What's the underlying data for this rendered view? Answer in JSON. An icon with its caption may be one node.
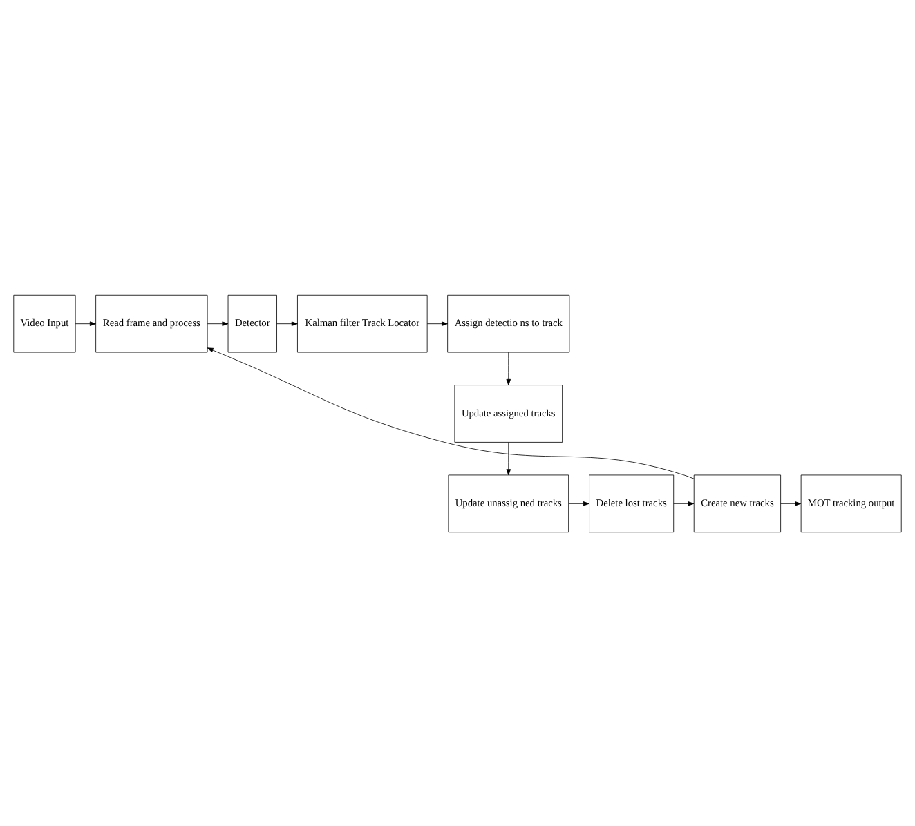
{
  "diagram": {
    "nodes": [
      {
        "text": [
          "Video Input"
        ]
      },
      {
        "text": [
          "Read frame and process"
        ]
      },
      {
        "text": [
          "Detector"
        ]
      },
      {
        "text": [
          "Kalman filter Track Locator"
        ]
      },
      {
        "text": [
          "Assign detectio ns to track"
        ]
      },
      {
        "text": [
          "Update assigned tracks"
        ]
      },
      {
        "text": [
          "Update unassig ned tracks"
        ]
      },
      {
        "text": [
          "Delete lost tracks"
        ]
      },
      {
        "text": [
          "Create new tracks"
        ]
      },
      {
        "text": [
          "MOT tracking output"
        ]
      }
    ],
    "edges": [
      {
        "from": 0,
        "to": 1,
        "arrow": "to"
      },
      {
        "from": 1,
        "to": 2,
        "arrow": "to"
      },
      {
        "from": 2,
        "to": 3,
        "arrow": "to"
      },
      {
        "from": 3,
        "to": 4,
        "arrow": "to"
      },
      {
        "from": 4,
        "to": 5,
        "arrow": "to"
      },
      {
        "from": 5,
        "to": 6,
        "arrow": "to"
      },
      {
        "from": 6,
        "to": 7,
        "arrow": "to"
      },
      {
        "from": 7,
        "to": 8,
        "arrow": "to"
      },
      {
        "from": 8,
        "to": 9,
        "arrow": "to"
      },
      {
        "from": 8,
        "to": 1,
        "arrow": "to"
      }
    ]
  }
}
